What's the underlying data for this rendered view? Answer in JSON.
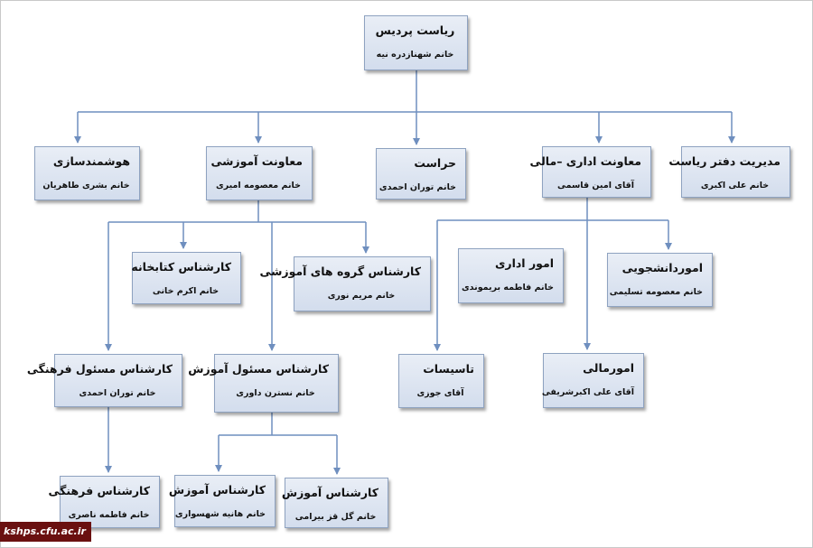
{
  "nodes": [
    {
      "id": "root",
      "title": "ریاست پردیس",
      "name": "خانم شهنازدره نیه"
    },
    {
      "id": "smart",
      "title": "هوشمندسازی",
      "name": "خانم بشری طاهریان"
    },
    {
      "id": "edu",
      "title": "معاونت آموزشی",
      "name": "خانم معصومه امیری"
    },
    {
      "id": "security",
      "title": "حراست",
      "name": "خانم توران احمدی"
    },
    {
      "id": "admin",
      "title": "معاونت اداری –مالی",
      "name": "آقای امین قاسمی"
    },
    {
      "id": "office",
      "title": "مدیریت دفتر ریاست",
      "name": "خانم علی اکبری"
    },
    {
      "id": "library",
      "title": "کارشناس کتابخانه",
      "name": "خانم اکرم خانی"
    },
    {
      "id": "groups",
      "title": "کارشناس گروه های آموزشی",
      "name": "خانم مریم نوری"
    },
    {
      "id": "adminaff",
      "title": "امور اداری",
      "name": "خانم فاطمه بریموندی"
    },
    {
      "id": "students",
      "title": "اموردانشجویی",
      "name": "خانم معصومه تسلیمی"
    },
    {
      "id": "culture",
      "title": "کارشناس مسئول فرهنگی",
      "name": "خانم توران احمدی"
    },
    {
      "id": "eduhead",
      "title": "کارشناس مسئول آموزش",
      "name": "خانم نسترن داوری"
    },
    {
      "id": "facilities",
      "title": "تاسیسات",
      "name": "آقای جوزی"
    },
    {
      "id": "finance",
      "title": "امورمالی",
      "name": "آقای علی اکبرشریفی"
    },
    {
      "id": "culture2",
      "title": "کارشناس فرهنگی",
      "name": "خانم فاطمه ناصری"
    },
    {
      "id": "eduexp1",
      "title": "کارشناس آموزش",
      "name": "خانم هانیه شهسواری"
    },
    {
      "id": "eduexp2",
      "title": "کارشناس آموزش",
      "name": "خانم گل قز بیرامی"
    }
  ],
  "watermark": "kshps.cfu.ac.ir"
}
